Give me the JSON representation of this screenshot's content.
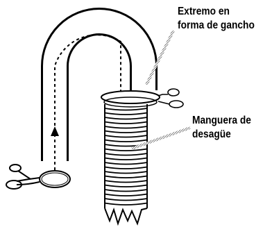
{
  "labels": {
    "hook_end": {
      "line1": "Extremo en",
      "line2": "forma de gancho"
    },
    "drain_hose": {
      "line1": "Manguera de",
      "line2": "desagüe"
    }
  },
  "colors": {
    "ink": "#000000",
    "paper": "#ffffff",
    "leader": "#888888"
  }
}
